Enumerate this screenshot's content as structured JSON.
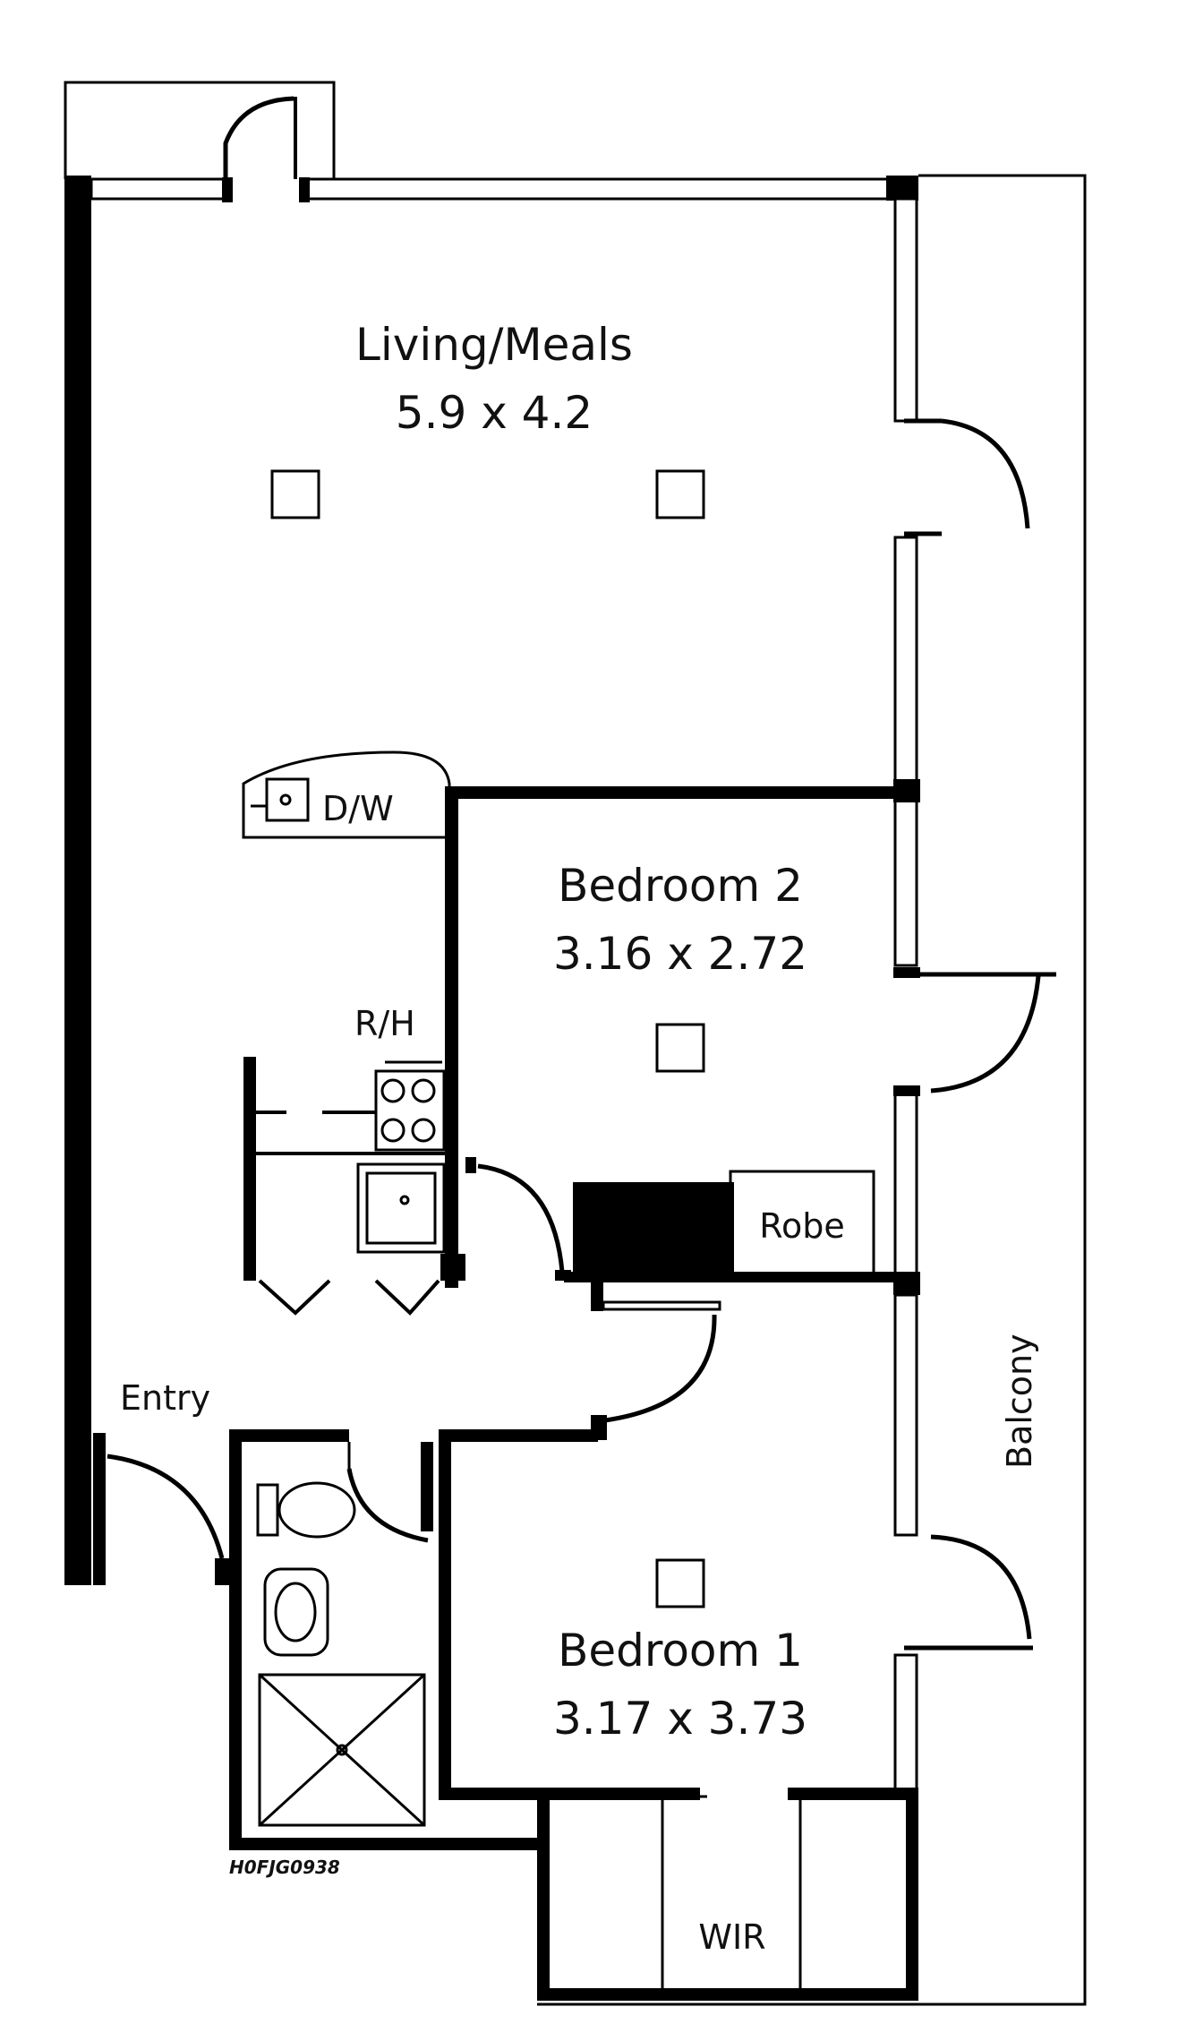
{
  "plan_code": "H0FJG0938",
  "rooms": {
    "living": {
      "name": "Living/Meals",
      "dims": "5.9 x 4.2"
    },
    "bedroom2": {
      "name": "Bedroom 2",
      "dims": "3.16 x 2.72"
    },
    "bedroom1": {
      "name": "Bedroom 1",
      "dims": "3.17 x 3.73"
    }
  },
  "labels": {
    "dw": "D/W",
    "rh": "R/H",
    "robe": "Robe",
    "entry": "Entry",
    "balcony": "Balcony",
    "wir": "WIR"
  }
}
